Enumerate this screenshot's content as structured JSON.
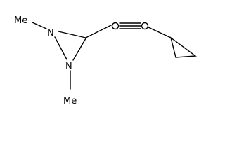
{
  "molecule": {
    "atoms": {
      "n1": "N",
      "n2": "N",
      "methyl1": "Me",
      "methyl2": "Me"
    }
  }
}
